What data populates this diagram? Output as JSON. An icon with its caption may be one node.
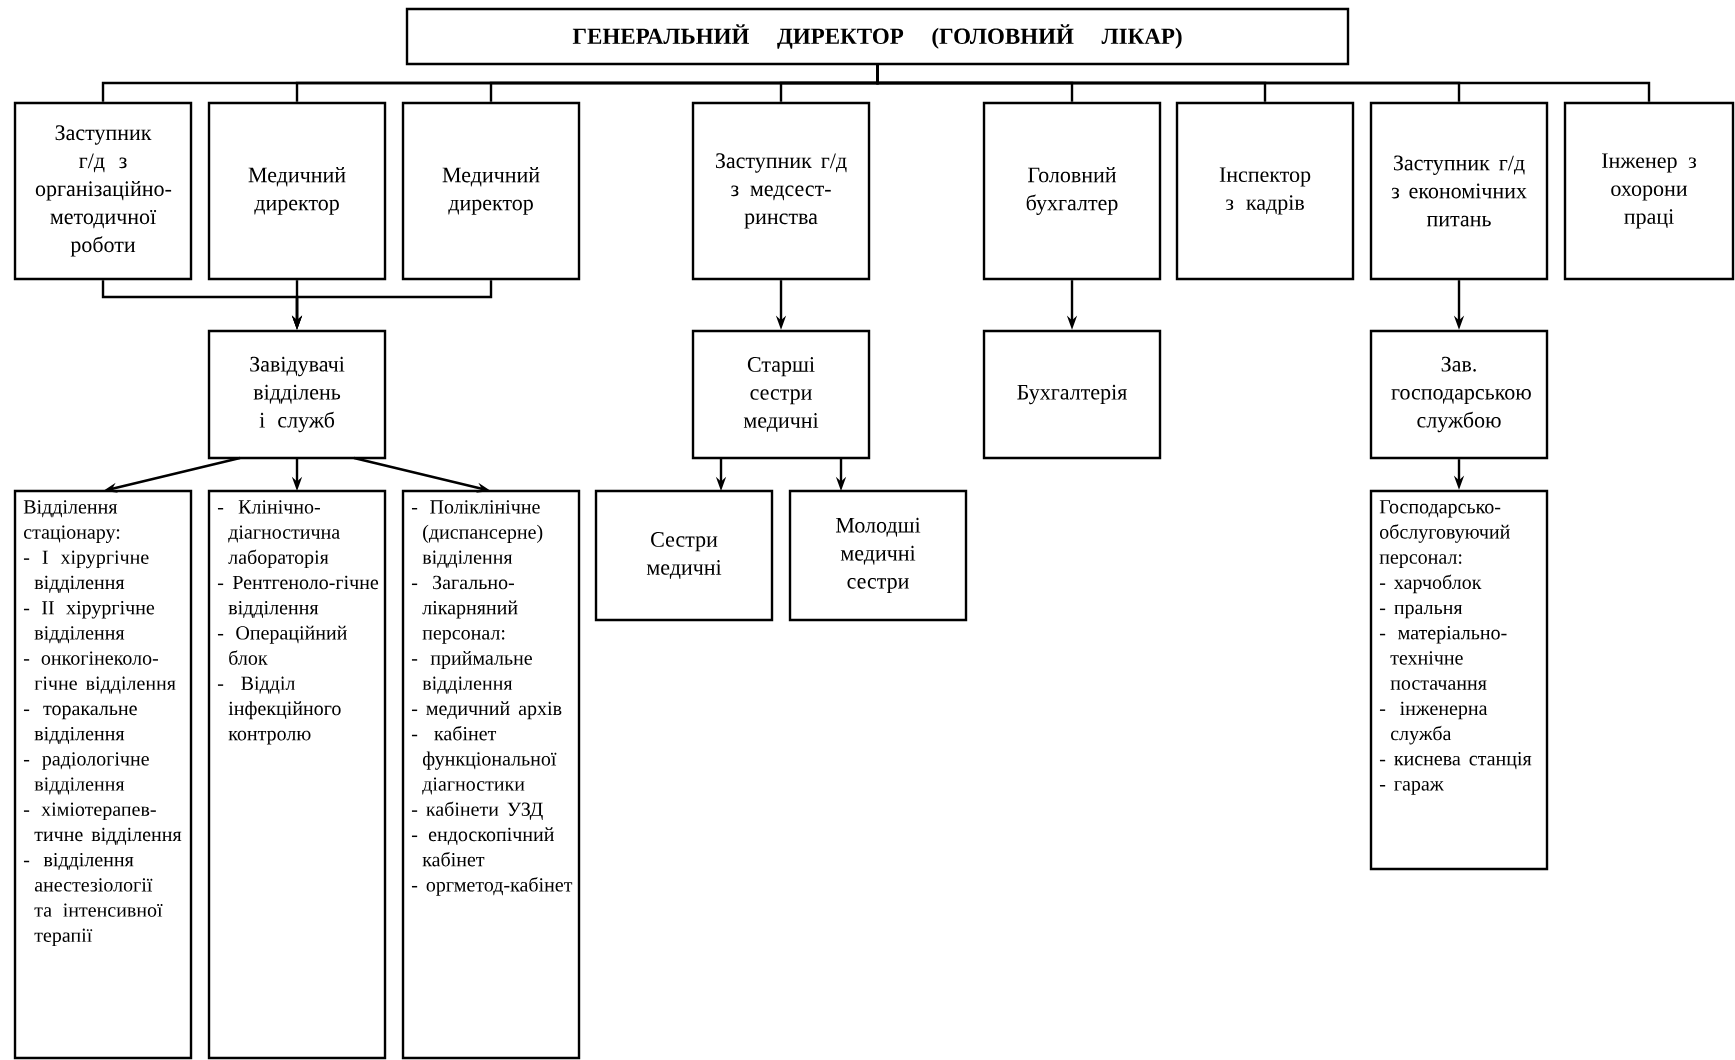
{
  "diagram": {
    "nodes": [
      {
        "text": [
          "ГЕНЕРАЛЬНИЙ ДИРЕКТОР (ГОЛОВНИЙ ЛІКАР)"
        ]
      },
      {
        "text": [
          "Заступник г/д з організаційно-методичної роботи"
        ]
      },
      {
        "text": [
          "Медичний директор"
        ]
      },
      {
        "text": [
          "Медичний директор"
        ]
      },
      {
        "text": [
          "Заступник г/д з медсест-ринства"
        ]
      },
      {
        "text": [
          "Головний бухгалтер"
        ]
      },
      {
        "text": [
          "Інспектор з кадрів"
        ]
      },
      {
        "text": [
          "Заступник г/д з економічних питань"
        ]
      },
      {
        "text": [
          "Інженер з охорони праці"
        ]
      },
      {
        "text": [
          "Завідувачі відділень і служб"
        ]
      },
      {
        "text": [
          "Старші сестри медичні"
        ]
      },
      {
        "text": [
          "Бухгалтерія"
        ]
      },
      {
        "text": [
          "Зав. господарською службою"
        ]
      },
      {
        "text": [
          "Відділення стаціонару:",
          "- I хірургічне відділення",
          "- II хірургічне відділення",
          "- онкогінеколо-гічне відділення",
          "- торакальне відділення",
          "- радіологічне відділення",
          "- хіміотерапев-тичне відділення",
          "- відділення анестезіології та інтенсивної терапії"
        ]
      },
      {
        "text": [
          "- Клінічно-діагностична лабораторія",
          "- Рентгеноло-гічне відділення",
          "- Операційний блок",
          "- Відділ інфекційного контролю"
        ]
      },
      {
        "text": [
          "- Поліклінічне (диспансерне) відділення",
          "- Загально-лікарняний персонал:",
          "- приймальне відділення",
          "- медичний архів",
          "- кабінет функціональної діагностики",
          "- кабінети УЗД",
          "- ендоскопічний кабінет",
          "- оргметод-кабінет"
        ]
      },
      {
        "text": [
          "Сестри медичні"
        ]
      },
      {
        "text": [
          "Молодші медичні сестри"
        ]
      },
      {
        "text": [
          "Господарсько-обслуговуючий персонал:",
          "- харчоблок",
          "- пральня",
          "- матеріально-технічне постачання",
          "- інженерна служба",
          "- киснева станція",
          "- гараж"
        ]
      }
    ],
    "edges": [
      {
        "from": 0,
        "to": 1,
        "arrow": "none"
      },
      {
        "from": 0,
        "to": 2,
        "arrow": "none"
      },
      {
        "from": 0,
        "to": 3,
        "arrow": "none"
      },
      {
        "from": 0,
        "to": 4,
        "arrow": "none"
      },
      {
        "from": 0,
        "to": 5,
        "arrow": "none"
      },
      {
        "from": 0,
        "to": 6,
        "arrow": "none"
      },
      {
        "from": 0,
        "to": 7,
        "arrow": "none"
      },
      {
        "from": 0,
        "to": 8,
        "arrow": "none"
      },
      {
        "from": 1,
        "to": 9,
        "arrow": "to"
      },
      {
        "from": 2,
        "to": 9,
        "arrow": "to"
      },
      {
        "from": 3,
        "to": 9,
        "arrow": "to"
      },
      {
        "from": 4,
        "to": 10,
        "arrow": "to"
      },
      {
        "from": 5,
        "to": 11,
        "arrow": "to"
      },
      {
        "from": 7,
        "to": 12,
        "arrow": "to"
      },
      {
        "from": 9,
        "to": 13,
        "arrow": "to"
      },
      {
        "from": 9,
        "to": 14,
        "arrow": "to"
      },
      {
        "from": 9,
        "to": 15,
        "arrow": "to"
      },
      {
        "from": 10,
        "to": 16,
        "arrow": "to"
      },
      {
        "from": 10,
        "to": 17,
        "arrow": "to"
      },
      {
        "from": 12,
        "to": 18,
        "arrow": "to"
      }
    ]
  }
}
